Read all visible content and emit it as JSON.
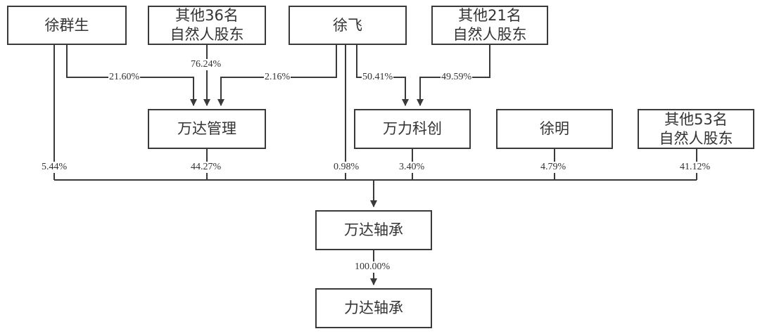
{
  "entities": {
    "xu_qunsheng": {
      "line1": "徐群生"
    },
    "other36": {
      "line1": "其他36名",
      "line2": "自然人股东"
    },
    "xu_fei": {
      "line1": "徐飞"
    },
    "other21": {
      "line1": "其他21名",
      "line2": "自然人股东"
    },
    "wanda_mgmt": {
      "line1": "万达管理"
    },
    "wanli_kechuang": {
      "line1": "万力科创"
    },
    "xu_ming": {
      "line1": "徐明"
    },
    "other53": {
      "line1": "其他53名",
      "line2": "自然人股东"
    },
    "wanda_bearing": {
      "line1": "万达轴承"
    },
    "lida_bearing": {
      "line1": "力达轴承"
    }
  },
  "percentages": {
    "xu_qunsheng_to_wanda_mgmt": "21.60%",
    "other36_to_wanda_mgmt": "76.24%",
    "xu_fei_to_wanda_mgmt": "2.16%",
    "xu_fei_to_wanli_kechuang": "50.41%",
    "other21_to_wanli_kechuang": "49.59%",
    "xu_qunsheng_to_wanda_bearing": "5.44%",
    "wanda_mgmt_to_wanda_bearing": "44.27%",
    "xu_fei_to_wanda_bearing": "0.98%",
    "wanli_kechuang_to_wanda_bearing": "3.40%",
    "xu_ming_to_wanda_bearing": "4.79%",
    "other53_to_wanda_bearing": "41.12%",
    "wanda_bearing_to_lida_bearing": "100.00%"
  },
  "colors": {
    "line": "#3a3a3a",
    "border": "#3a3a3a",
    "text": "#333333"
  }
}
